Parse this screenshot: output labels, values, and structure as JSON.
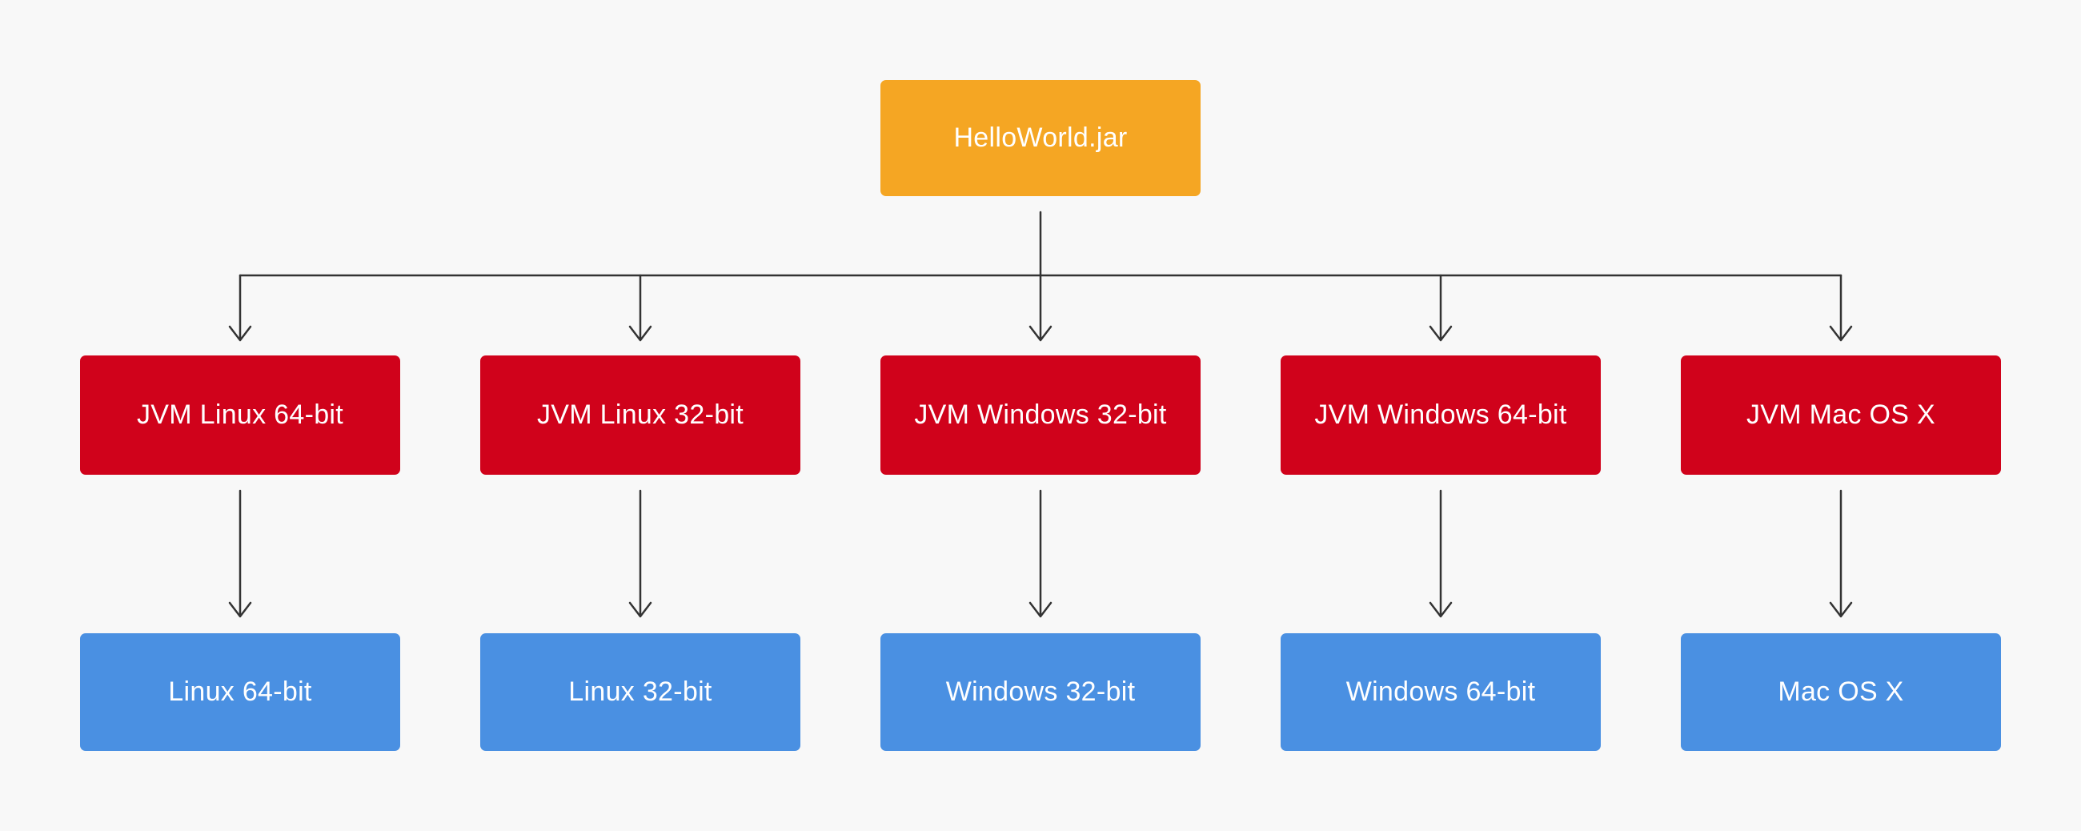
{
  "diagram": {
    "colors": {
      "background": "#F8F8F8",
      "line": "#333333",
      "text": "#FFFFFF",
      "root-node": "#F5A623",
      "jvm-node": "#D0021B",
      "os-node": "#4A90E2"
    },
    "root": {
      "label": "HelloWorld.jar"
    },
    "columns": [
      {
        "jvm": "JVM Linux 64-bit",
        "os": "Linux 64-bit"
      },
      {
        "jvm": "JVM Linux 32-bit",
        "os": "Linux 32-bit"
      },
      {
        "jvm": "JVM Windows 32-bit",
        "os": "Windows 32-bit"
      },
      {
        "jvm": "JVM Windows 64-bit",
        "os": "Windows 64-bit"
      },
      {
        "jvm": "JVM Mac OS X",
        "os": "Mac OS X"
      }
    ]
  }
}
